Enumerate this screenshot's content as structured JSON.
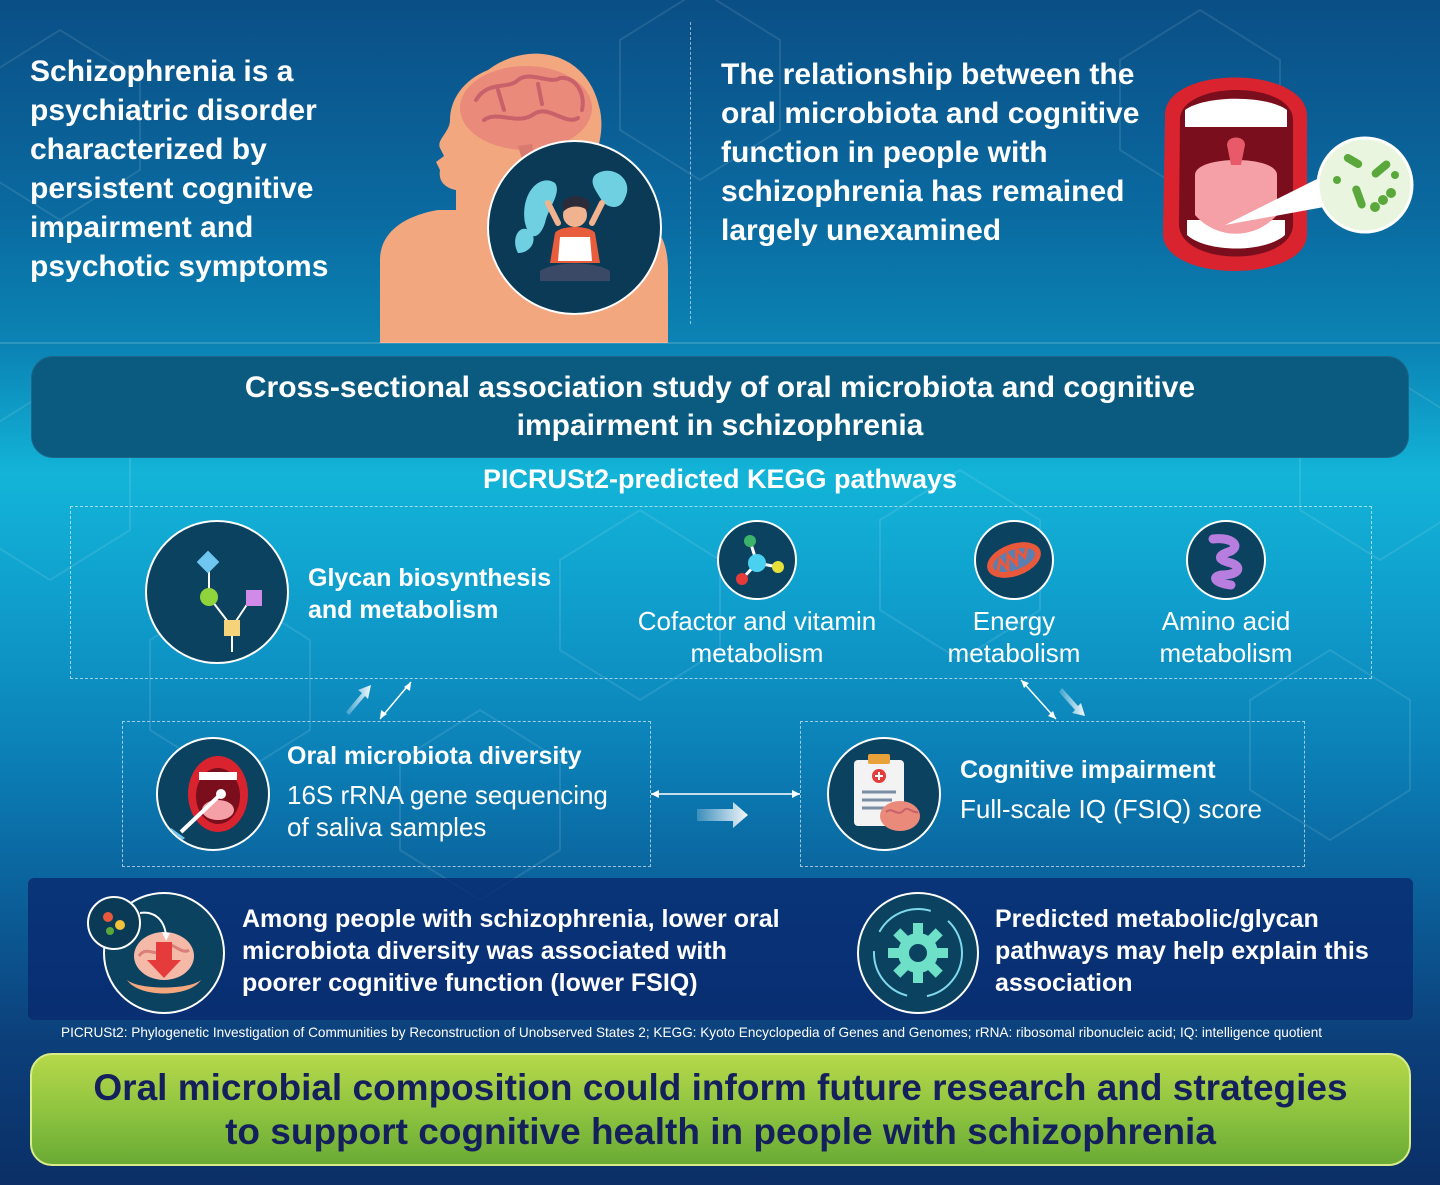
{
  "top": {
    "left_text": "Schizophrenia is a psychiatric disorder characterized by persistent cognitive impairment and psychotic symptoms",
    "right_text": "The relationship between the oral microbiota and cognitive function in people with schizophrenia has remained largely unexamined"
  },
  "study": {
    "title": "Cross-sectional association study of oral microbiota and cognitive impairment in schizophrenia"
  },
  "kegg": {
    "title": "PICRUSt2-predicted KEGG pathways",
    "pathways": [
      {
        "label": "Glycan biosynthesis and metabolism",
        "icon": "glycan-icon"
      },
      {
        "label": "Cofactor and vitamin metabolism",
        "icon": "molecule-icon"
      },
      {
        "label": "Energy metabolism",
        "icon": "mitochondrion-icon"
      },
      {
        "label": "Amino acid metabolism",
        "icon": "protein-helix-icon"
      }
    ]
  },
  "diversity": {
    "title": "Oral microbiota diversity",
    "subtitle": "16S rRNA gene sequencing of saliva samples"
  },
  "cognitive": {
    "title": "Cognitive impairment",
    "subtitle": "Full-scale IQ (FSIQ) score"
  },
  "results": {
    "left": "Among people with schizophrenia, lower oral microbiota diversity was associated with poorer cognitive function (lower FSIQ)",
    "right": "Predicted metabolic/glycan pathways may help explain this association"
  },
  "footnote": "PICRUSt2: Phylogenetic Investigation of Communities by Reconstruction of Unobserved States 2; KEGG: Kyoto Encyclopedia of Genes and Genomes; rRNA: ribosomal ribonucleic acid; IQ: intelligence quotient",
  "conclusion": "Oral microbial composition could inform future research and strategies to support cognitive health in people with schizophrenia",
  "colors": {
    "conclusion_text": "#14205c",
    "conclusion_bg": "#8cc23f",
    "study_box": "#0b5a80",
    "results_box": "#09286e"
  }
}
